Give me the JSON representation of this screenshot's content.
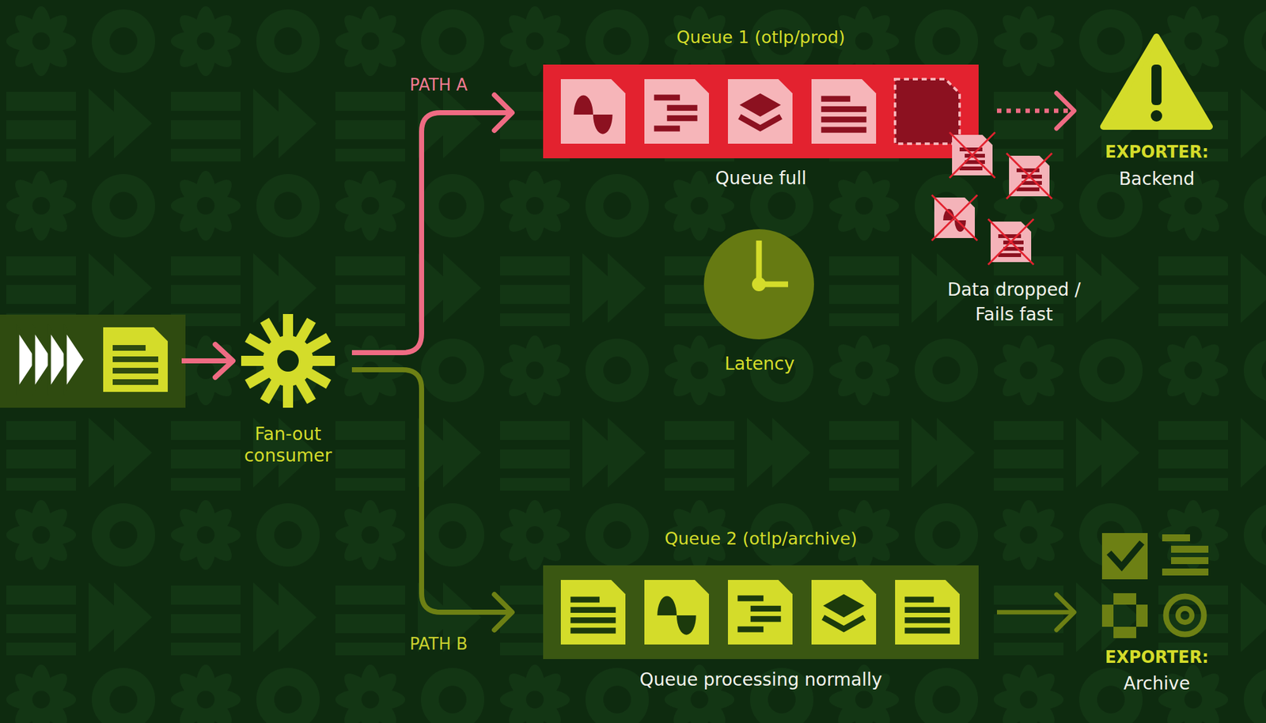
{
  "diagram": {
    "nodes": [
      {
        "text": [
          "Fan-out consumer"
        ]
      },
      {
        "text": [
          "Queue 1 (otlp/prod)",
          "Queue full"
        ]
      },
      {
        "text": [
          "EXPORTER:",
          "Backend"
        ]
      },
      {
        "text": [
          "Latency"
        ]
      },
      {
        "text": [
          "Queue 2 (otlp/archive)",
          "Queue processing normally"
        ]
      },
      {
        "text": [
          "EXPORTER:",
          "Archive"
        ]
      }
    ],
    "edges": [
      {
        "from": 0,
        "to": 1,
        "label": "PATH A",
        "arrow": "to"
      },
      {
        "from": 0,
        "to": 4,
        "label": "PATH B",
        "arrow": "to"
      },
      {
        "from": 1,
        "to": 2,
        "arrow": "to"
      },
      {
        "from": 4,
        "to": 5,
        "arrow": "to"
      }
    ],
    "labels": [
      "Data dropped / Fails fast"
    ]
  }
}
